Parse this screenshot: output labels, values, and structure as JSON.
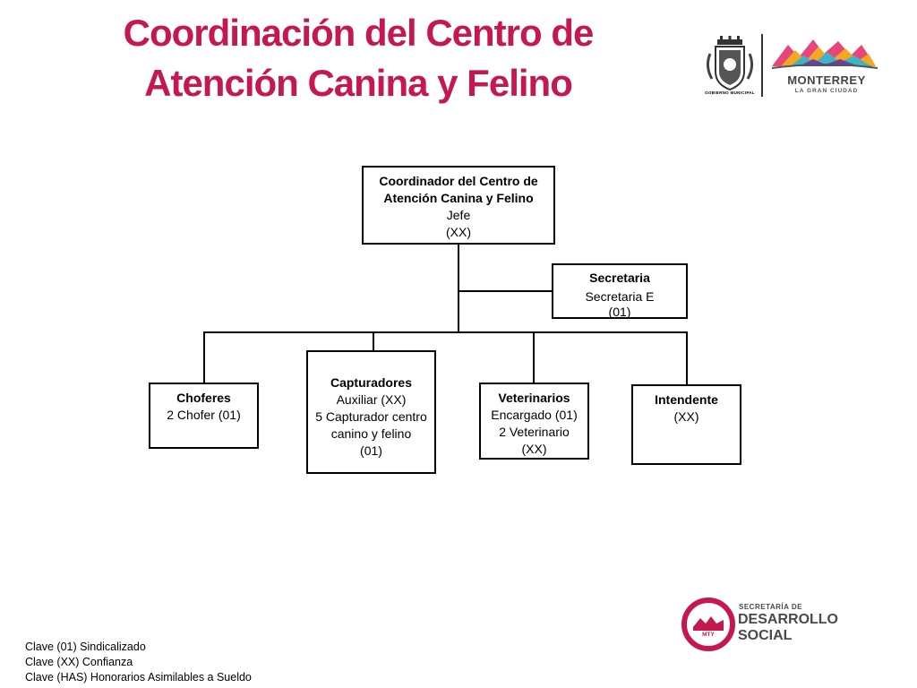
{
  "title": {
    "line1": "Coordinación del Centro de",
    "line2": "Atención Canina y Felino"
  },
  "logos": {
    "municipal_caption": "GOBIERNO MUNICIPAL",
    "monterrey_name": "MONTERREY",
    "monterrey_tagline": "LA GRAN CIUDAD",
    "secretaria_line1": "SECRETARÍA DE",
    "secretaria_line2": "DESARROLLO",
    "secretaria_line3": "SOCIAL",
    "secretaria_badge": "MTY"
  },
  "org": {
    "head": {
      "title_line1": "Coordinador del Centro de",
      "title_line2": "Atención Canina y Felino",
      "line1": "Jefe",
      "line2": "(XX)"
    },
    "secretaria": {
      "title": "Secretaria",
      "line1": "Secretaria E",
      "line2": "(01)"
    },
    "choferes": {
      "title": "Choferes",
      "line1": "2 Chofer (01)"
    },
    "capturadores": {
      "title": "Capturadores",
      "line1": "Auxiliar (XX)",
      "line2": "5 Capturador centro",
      "line3": "canino y felino",
      "line4": "(01)"
    },
    "veterinarios": {
      "title": "Veterinarios",
      "line1": "Encargado (01)",
      "line2": "2 Veterinario",
      "line3": "(XX)"
    },
    "intendente": {
      "title": "Intendente",
      "line1": "(XX)"
    }
  },
  "legend": [
    "Clave (01) Sindicalizado",
    "Clave (XX) Confianza",
    "Clave (HAS) Honorarios Asimilables a  Sueldo"
  ],
  "colors": {
    "title": "#c4184e",
    "lines": "#000000",
    "sds_red": "#c4184e",
    "sds_text": "#4a4a4a"
  }
}
